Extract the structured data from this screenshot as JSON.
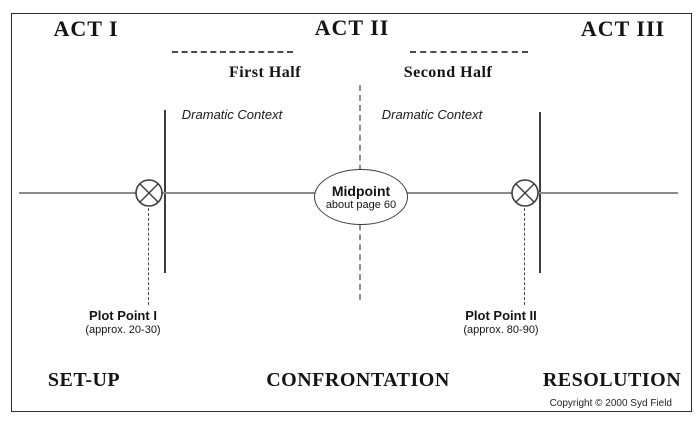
{
  "acts": [
    {
      "label": "ACT I"
    },
    {
      "label": "ACT II"
    },
    {
      "label": "ACT III"
    }
  ],
  "act2": {
    "halves": [
      {
        "label": "First Half",
        "context": "Dramatic Context"
      },
      {
        "label": "Second Half",
        "context": "Dramatic Context"
      }
    ]
  },
  "midpoint": {
    "title": "Midpoint",
    "subtitle": "about page 60"
  },
  "plot_points": [
    {
      "title": "Plot Point I",
      "subtitle": "(approx. 20-30)"
    },
    {
      "title": "Plot Point II",
      "subtitle": "(approx. 80-90)"
    }
  ],
  "stages": [
    {
      "label": "SET-UP"
    },
    {
      "label": "CONFRONTATION"
    },
    {
      "label": "RESOLUTION"
    }
  ],
  "copyright": "Copyright © 2000 Syd Field",
  "colors": {
    "timeline_gray": "#8a8a8a",
    "stroke_dark": "#3d3d3d",
    "text": "#141414"
  }
}
